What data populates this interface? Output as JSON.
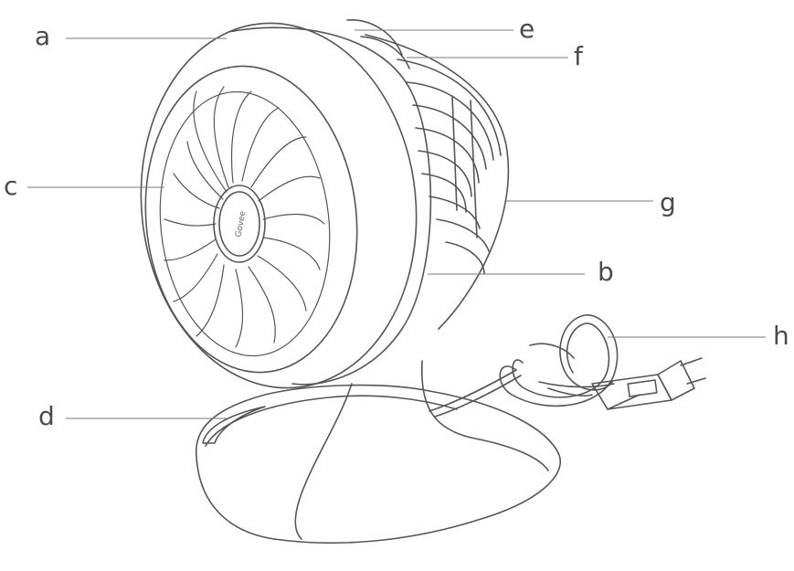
{
  "labels": {
    "a": "a",
    "b": "b",
    "c": "c",
    "d": "d",
    "e": "e",
    "f": "f",
    "g": "g",
    "h": "h"
  },
  "brand": "Govee",
  "colors": {
    "line": "#555555",
    "leader": "#7a7a7a",
    "text": "#4a4a4a",
    "background": "#ffffff"
  }
}
